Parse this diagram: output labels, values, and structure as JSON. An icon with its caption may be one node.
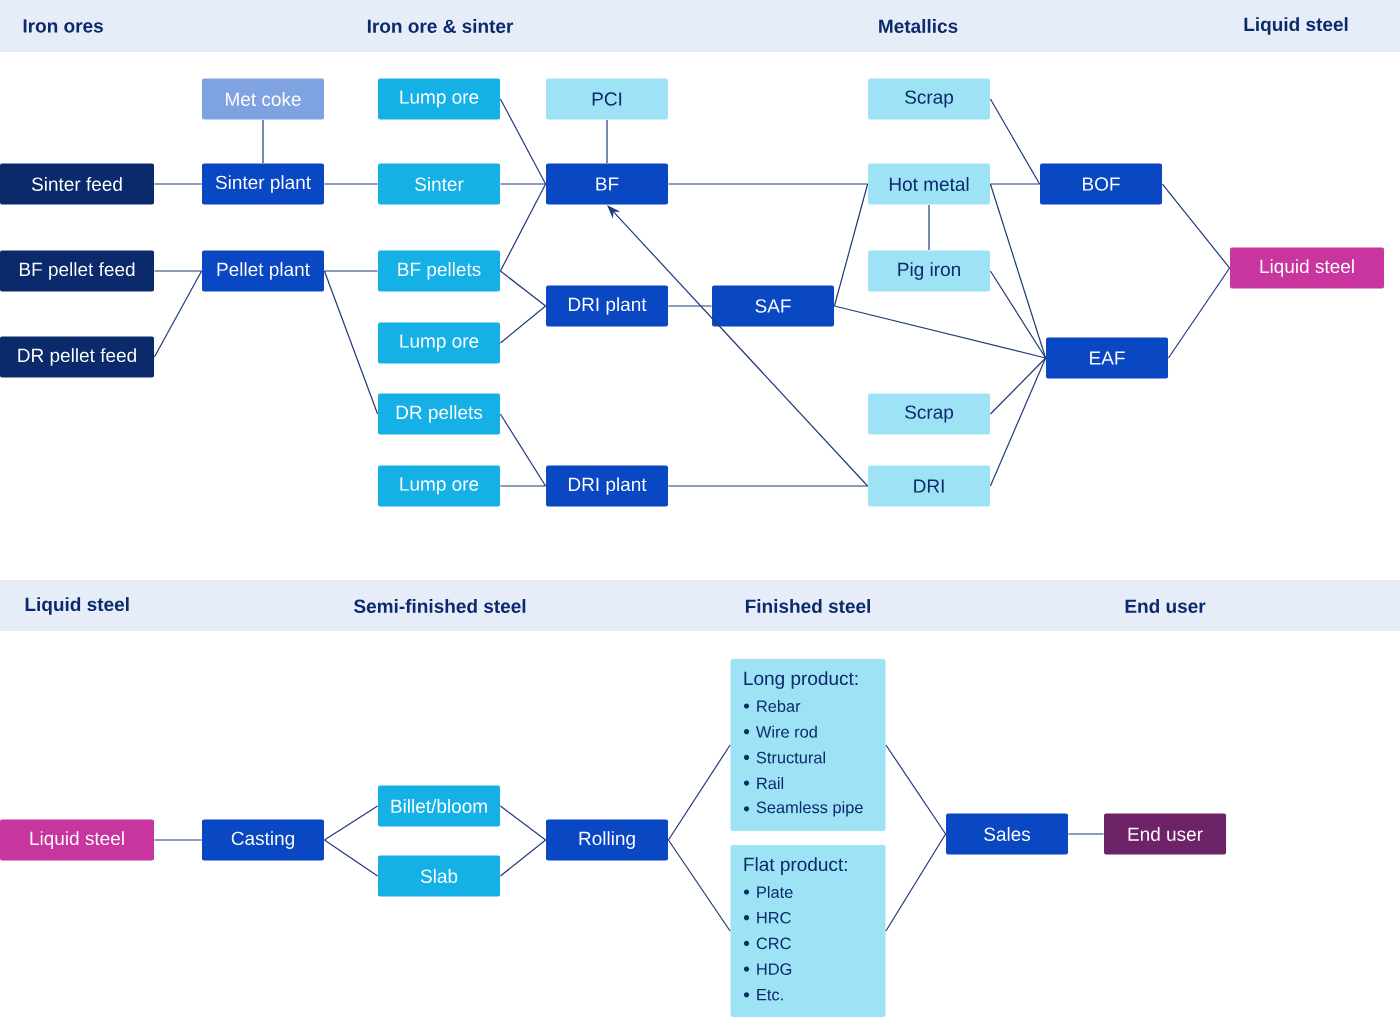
{
  "diagram": {
    "nodes": [
      {
        "text": [
          "Met coke"
        ]
      },
      {
        "text": [
          "Sinter feed"
        ]
      },
      {
        "text": [
          "Sinter plant"
        ]
      },
      {
        "text": [
          "Lump ore"
        ]
      },
      {
        "text": [
          "Sinter"
        ]
      },
      {
        "text": [
          "PCI"
        ]
      },
      {
        "text": [
          "BF"
        ]
      },
      {
        "text": [
          "BF pellet feed"
        ]
      },
      {
        "text": [
          "Pellet plant"
        ]
      },
      {
        "text": [
          "BF pellets"
        ]
      },
      {
        "text": [
          "DRI plant"
        ]
      },
      {
        "text": [
          "Lump ore"
        ]
      },
      {
        "text": [
          "DR pellet feed"
        ]
      },
      {
        "text": [
          "DR pellets"
        ]
      },
      {
        "text": [
          "Lump ore"
        ]
      },
      {
        "text": [
          "DRI plant"
        ]
      },
      {
        "text": [
          "Scrap"
        ]
      },
      {
        "text": [
          "Hot metal"
        ]
      },
      {
        "text": [
          "Pig iron"
        ]
      },
      {
        "text": [
          "SAF"
        ]
      },
      {
        "text": [
          "Scrap"
        ]
      },
      {
        "text": [
          "DRI"
        ]
      },
      {
        "text": [
          "BOF"
        ]
      },
      {
        "text": [
          "EAF"
        ]
      },
      {
        "text": [
          "Liquid steel"
        ]
      },
      {
        "text": [
          "Liquid steel"
        ]
      },
      {
        "text": [
          "Casting"
        ]
      },
      {
        "text": [
          "Billet/bloom"
        ]
      },
      {
        "text": [
          "Slab"
        ]
      },
      {
        "text": [
          "Rolling"
        ]
      },
      {
        "text": [
          "Long product:",
          "Rebar",
          "Wire rod",
          "Structural",
          "Rail",
          "Seamless pipe"
        ]
      },
      {
        "text": [
          "Flat product:",
          "Plate",
          "HRC",
          "CRC",
          "HDG",
          "Etc."
        ]
      },
      {
        "text": [
          "Sales"
        ]
      },
      {
        "text": [
          "End user"
        ]
      }
    ],
    "edges": [
      {
        "from": 0,
        "to": 2,
        "arrow": "none"
      },
      {
        "from": 1,
        "to": 2,
        "arrow": "none"
      },
      {
        "from": 2,
        "to": 4,
        "arrow": "none"
      },
      {
        "from": 3,
        "to": 6,
        "arrow": "none"
      },
      {
        "from": 4,
        "to": 6,
        "arrow": "none"
      },
      {
        "from": 5,
        "to": 6,
        "arrow": "none"
      },
      {
        "from": 9,
        "to": 6,
        "arrow": "none"
      },
      {
        "from": 7,
        "to": 8,
        "arrow": "none"
      },
      {
        "from": 12,
        "to": 8,
        "arrow": "none"
      },
      {
        "from": 8,
        "to": 9,
        "arrow": "none"
      },
      {
        "from": 8,
        "to": 13,
        "arrow": "none"
      },
      {
        "from": 9,
        "to": 10,
        "arrow": "none"
      },
      {
        "from": 11,
        "to": 10,
        "arrow": "none"
      },
      {
        "from": 10,
        "to": 19,
        "arrow": "none"
      },
      {
        "from": 6,
        "to": 17,
        "arrow": "none"
      },
      {
        "from": 16,
        "to": 22,
        "arrow": "none"
      },
      {
        "from": 17,
        "to": 22,
        "arrow": "none"
      },
      {
        "from": 17,
        "to": 18,
        "arrow": "none"
      },
      {
        "from": 19,
        "to": 17,
        "arrow": "none"
      },
      {
        "from": 19,
        "to": 23,
        "arrow": "none"
      },
      {
        "from": 17,
        "to": 23,
        "arrow": "none"
      },
      {
        "from": 18,
        "to": 23,
        "arrow": "none"
      },
      {
        "from": 20,
        "to": 23,
        "arrow": "none"
      },
      {
        "from": 21,
        "to": 23,
        "arrow": "none"
      },
      {
        "from": 22,
        "to": 24,
        "arrow": "none"
      },
      {
        "from": 23,
        "to": 24,
        "arrow": "none"
      },
      {
        "from": 13,
        "to": 15,
        "arrow": "none"
      },
      {
        "from": 14,
        "to": 15,
        "arrow": "none"
      },
      {
        "from": 15,
        "to": 21,
        "arrow": "none"
      },
      {
        "from": 21,
        "to": 6,
        "arrow": "to"
      },
      {
        "from": 25,
        "to": 26,
        "arrow": "none"
      },
      {
        "from": 26,
        "to": 27,
        "arrow": "none"
      },
      {
        "from": 26,
        "to": 28,
        "arrow": "none"
      },
      {
        "from": 27,
        "to": 29,
        "arrow": "none"
      },
      {
        "from": 28,
        "to": 29,
        "arrow": "none"
      },
      {
        "from": 29,
        "to": 30,
        "arrow": "none"
      },
      {
        "from": 29,
        "to": 31,
        "arrow": "none"
      },
      {
        "from": 30,
        "to": 32,
        "arrow": "none"
      },
      {
        "from": 31,
        "to": 32,
        "arrow": "none"
      },
      {
        "from": 32,
        "to": 33,
        "arrow": "none"
      }
    ],
    "labels": [
      "Iron ores",
      "Iron ore & sinter",
      "Metallics",
      "Liquid steel",
      "Liquid steel",
      "Semi-finished steel",
      "Finished steel",
      "End user"
    ]
  }
}
